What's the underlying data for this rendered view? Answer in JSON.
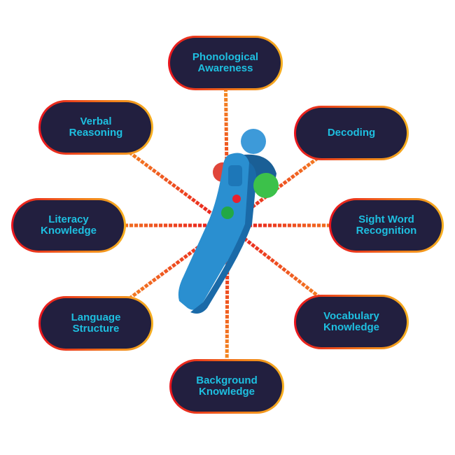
{
  "skills": [
    {
      "id": "phonological-awareness",
      "label": "Phonological\nAwareness"
    },
    {
      "id": "verbal-reasoning",
      "label": "Verbal\nReasoning"
    },
    {
      "id": "decoding",
      "label": "Decoding"
    },
    {
      "id": "literacy-knowledge",
      "label": "Literacy\nKnowledge"
    },
    {
      "id": "sight-word-recognition",
      "label": "Sight Word\nRecognition"
    },
    {
      "id": "language-structure",
      "label": "Language\nStructure"
    },
    {
      "id": "vocabulary-knowledge",
      "label": "Vocabulary\nKnowledge"
    },
    {
      "id": "background-knowledge",
      "label": "Background\nKnowledge"
    }
  ],
  "colors": {
    "node_bg": "#221f3f",
    "node_text": "#1ebfe0",
    "rope_red": "#e8141e",
    "rope_orange": "#f6a021",
    "pen": "#1f86c8"
  }
}
